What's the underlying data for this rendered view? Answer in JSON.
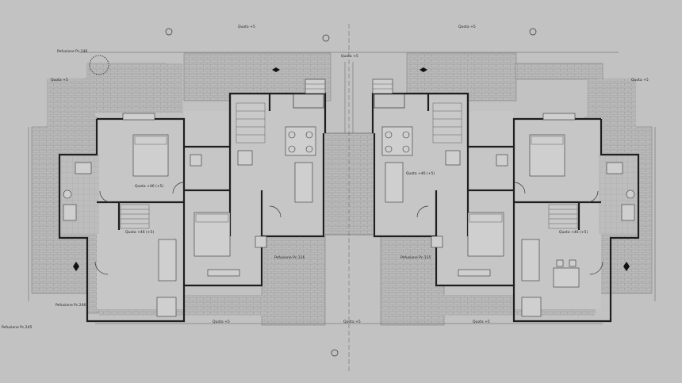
{
  "labels": {
    "top_left": "Quota +5",
    "top_center": "Quota +5",
    "top_right": "Quota +5",
    "perfusion_tl": "Pefusione Pc.246",
    "perfusion_bl": "Pefusione Pc.246",
    "perfusion_bottom": "Pefusione Pc.245",
    "quota_lw": "Quota +5",
    "quota_rw": "Quota +5",
    "room_left_upper": "Quota +46 (+5)",
    "room_right_upper": "Quota +46 (+5)",
    "room_left_lower": "Quota +46 (+5)",
    "room_right_lower": "Quota +46 (+5)",
    "bottom_left": "Quota +5",
    "bottom_center": "Quota +5",
    "bottom_right": "Quota +5",
    "perfusion_mid_left": "Pefusione Pc.116",
    "perfusion_mid_center": "Pefusione Pc.115"
  },
  "colors": {
    "background": "#c2c2c2",
    "walls": "#1e1e1e",
    "paving": "#b6b6b6",
    "floor": "#c9c9c9"
  }
}
